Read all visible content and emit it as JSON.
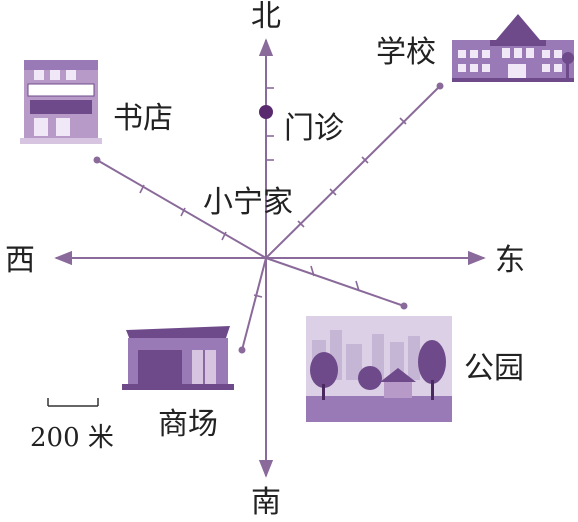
{
  "directions": {
    "north": "北",
    "south": "南",
    "east": "东",
    "west": "西"
  },
  "center_label": "小宁家",
  "places": {
    "clinic": "门诊",
    "school": "学校",
    "bookstore": "书店",
    "mall": "商场",
    "park": "公园"
  },
  "scale_label": "200 米",
  "colors": {
    "axis": "#8a6a9a",
    "accent": "#5a2a6e",
    "icon": "#9a7ab6",
    "icon_dark": "#6e4a8a"
  }
}
